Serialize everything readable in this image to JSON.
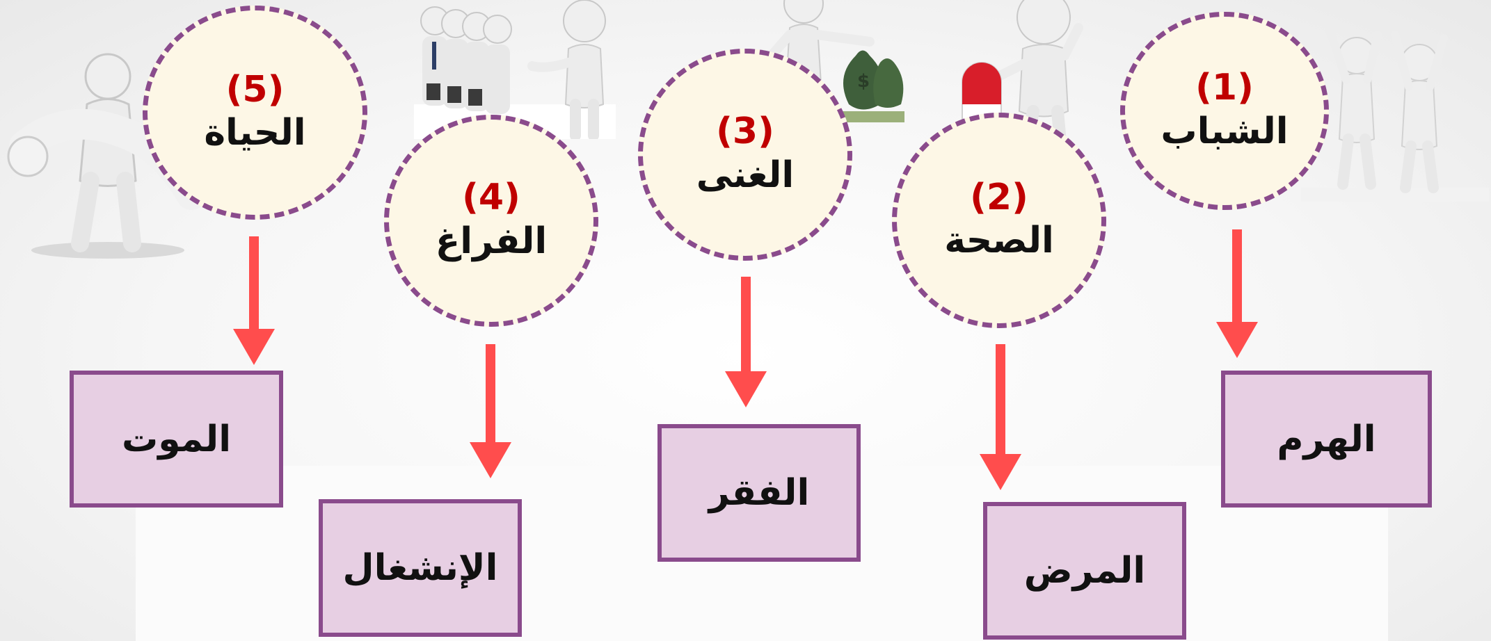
{
  "items": [
    {
      "number": "(1)",
      "blessing": "الشباب",
      "opposite": "الهرم"
    },
    {
      "number": "(2)",
      "blessing": "الصحة",
      "opposite": "المرض"
    },
    {
      "number": "(3)",
      "blessing": "الغنى",
      "opposite": "الفقر"
    },
    {
      "number": "(4)",
      "blessing": "الفراغ",
      "opposite": "الإنشغال"
    },
    {
      "number": "(5)",
      "blessing": "الحياة",
      "opposite": "الموت"
    }
  ],
  "colors": {
    "circle_border": "#8a4b8c",
    "circle_fill": "#fdf7e6",
    "number_text": "#c00000",
    "box_fill": "#e7cfe3",
    "box_border": "#8a4b8c",
    "arrow": "#ff4d4d"
  },
  "icons": {
    "item_1": "celebrating-figures-icon",
    "item_2": "figure-with-pill-icon",
    "item_3": "figure-with-money-bags-icon",
    "item_4": "figures-in-line-icon",
    "item_5": "figure-carrying-figure-icon"
  }
}
